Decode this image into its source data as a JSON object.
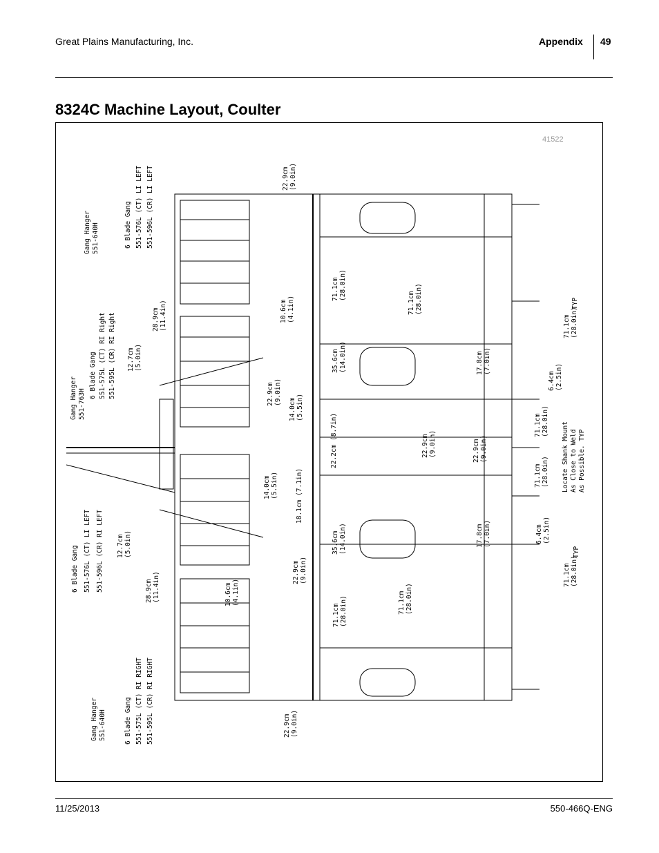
{
  "header": {
    "company": "Great Plains Manufacturing, Inc.",
    "section": "Appendix",
    "page": "49"
  },
  "title": "8324C Machine Layout, Coulter",
  "figure": {
    "id": "41522",
    "labels": {
      "gang_hanger_640h_top": [
        "Gang Hanger",
        "551-640H"
      ],
      "blade_gang_li_left_top": [
        "6 Blade Gang",
        "551-576L (CT) LI LEFT",
        "551-596L (CR) LI LEFT"
      ],
      "blade_gang_ri_right_top": [
        "6 Blade Gang",
        "551-575L (CT) RI Right",
        "551-595L (CR) RI Right"
      ],
      "gang_hanger_763h": [
        "Gang Hanger",
        "551-763H"
      ],
      "blade_gang_li_left_mid": [
        "6 Blade Gang",
        "551-576L (CT) LI LEFT",
        "551-596L (CR) RI LEFT"
      ],
      "gang_hanger_640h_bottom": [
        "Gang Hanger",
        "551-640H"
      ],
      "blade_gang_ri_right_bottom": [
        "6 Blade Gang",
        "551-575L (CT) RI RIGHT",
        "551-595L (CR) RI RIGHT"
      ],
      "shank_mount_note": [
        "Locate Shank Mount",
        "As Close to Weld",
        "As Possible.  TYP"
      ]
    },
    "dimensions": {
      "d_22_9_top": [
        "22.9cm",
        "(9.0in)"
      ],
      "d_28_9_top": [
        "28.9cm",
        "(11.4in)"
      ],
      "d_10_6_top": [
        "10.6cm",
        "(4.1in)"
      ],
      "d_12_7_top": [
        "12.7cm",
        "(5.0in)"
      ],
      "d_22_9_mid": [
        "22.9cm",
        "(9.0in)"
      ],
      "d_14_0_top": [
        "14.0cm",
        "(5.5in)"
      ],
      "d_14_0_bottom": [
        "14.0cm",
        "(5.5in)"
      ],
      "d_18_1": "18.1cm (7.1in)",
      "d_22_2": "22.2cm (8.7in)",
      "d_71_1_a": [
        "71.1cm",
        "(28.0in)"
      ],
      "d_35_6_top": [
        "35.6cm",
        "(14.0in)"
      ],
      "d_71_1_b": [
        "71.1cm",
        "(28.0in)"
      ],
      "d_22_9_c": [
        "22.9cm",
        "(9.0in)"
      ],
      "d_22_9_d": [
        "22.9cm",
        "(9.0in)"
      ],
      "d_17_8_top": [
        "17.8cm",
        "(7.0in)"
      ],
      "d_17_8_bottom": [
        "17.8cm",
        "(7.0in)"
      ],
      "d_71_1_typ_top": [
        "71.1cm",
        "(28.0in)"
      ],
      "typ_top": "TYP",
      "d_6_4_top": [
        "6.4cm",
        "(2.5in)"
      ],
      "d_71_1_c": [
        "71.1cm",
        "(28.0in)"
      ],
      "d_71_1_d": [
        "71.1cm",
        "(28.0in)"
      ],
      "d_6_4_bottom": [
        "6.4cm",
        "(2.5in)"
      ],
      "d_71_1_typ_bottom": [
        "71.1cm",
        "(28.0in)"
      ],
      "typ_bottom": "TYP",
      "d_12_7_bottom": [
        "12.7cm",
        "(5.0in)"
      ],
      "d_28_9_bottom": [
        "28.9cm",
        "(11.4in)"
      ],
      "d_10_6_bottom": [
        "10.6cm",
        "(4.1in)"
      ],
      "d_22_9_bottom_mid": [
        "22.9cm",
        "(9.0in)"
      ],
      "d_35_6_bottom": [
        "35.6cm",
        "(14.0in)"
      ],
      "d_71_1_e": [
        "71.1cm",
        "(28.0in)"
      ],
      "d_71_1_f": [
        "71.1cm",
        "(28.0in)"
      ],
      "d_22_9_bottom": [
        "22.9cm",
        "(9.0in)"
      ]
    }
  },
  "footer": {
    "date": "11/25/2013",
    "doc_number": "550-466Q-ENG"
  }
}
